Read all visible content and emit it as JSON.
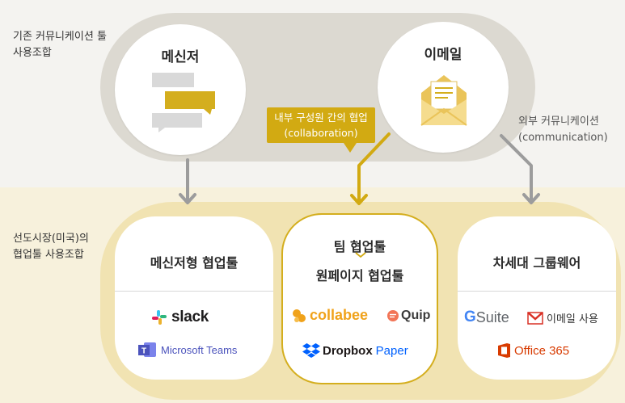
{
  "labels": {
    "current_line1": "기존 커뮤니케이션 툴",
    "current_line2": "사용조합",
    "leading_line1": "선도시장(미국)의",
    "leading_line2": "협업툴 사용조합",
    "external_line1": "외부 커뮤니케이션",
    "external_line2": "(communication)"
  },
  "circles": {
    "messenger": "메신저",
    "email": "이메일"
  },
  "callout": {
    "line1": "내부 구성원 간의 협업",
    "line2": "(collaboration)"
  },
  "cards": {
    "messenger_type": {
      "title": "메신저형 협업툴",
      "logos": {
        "slack": "slack",
        "teams": "Microsoft Teams"
      }
    },
    "team": {
      "title_line1": "팀 협업툴",
      "title_line2": "원페이지 협업툴",
      "logos": {
        "collabee": "collabee",
        "quip": "Quip",
        "dropbox": "Dropbox",
        "paper": "Paper"
      }
    },
    "groupware": {
      "title": "차세대 그룹웨어",
      "logos": {
        "gsuite_g": "G",
        "gsuite_text": "Suite",
        "gmail_text": "이메일 사용",
        "office": "Office 365"
      }
    }
  },
  "colors": {
    "accent_gold": "#d2aa12",
    "arrow_gray": "#9c9c9c",
    "slack_purple": "#4a154b",
    "teams_purple": "#4b53bc",
    "collabee_orange": "#f0a21a",
    "quip_orange": "#f27557",
    "dropbox_blue": "#0061fe",
    "gmail_red": "#d93025",
    "office_red": "#d83b01"
  }
}
